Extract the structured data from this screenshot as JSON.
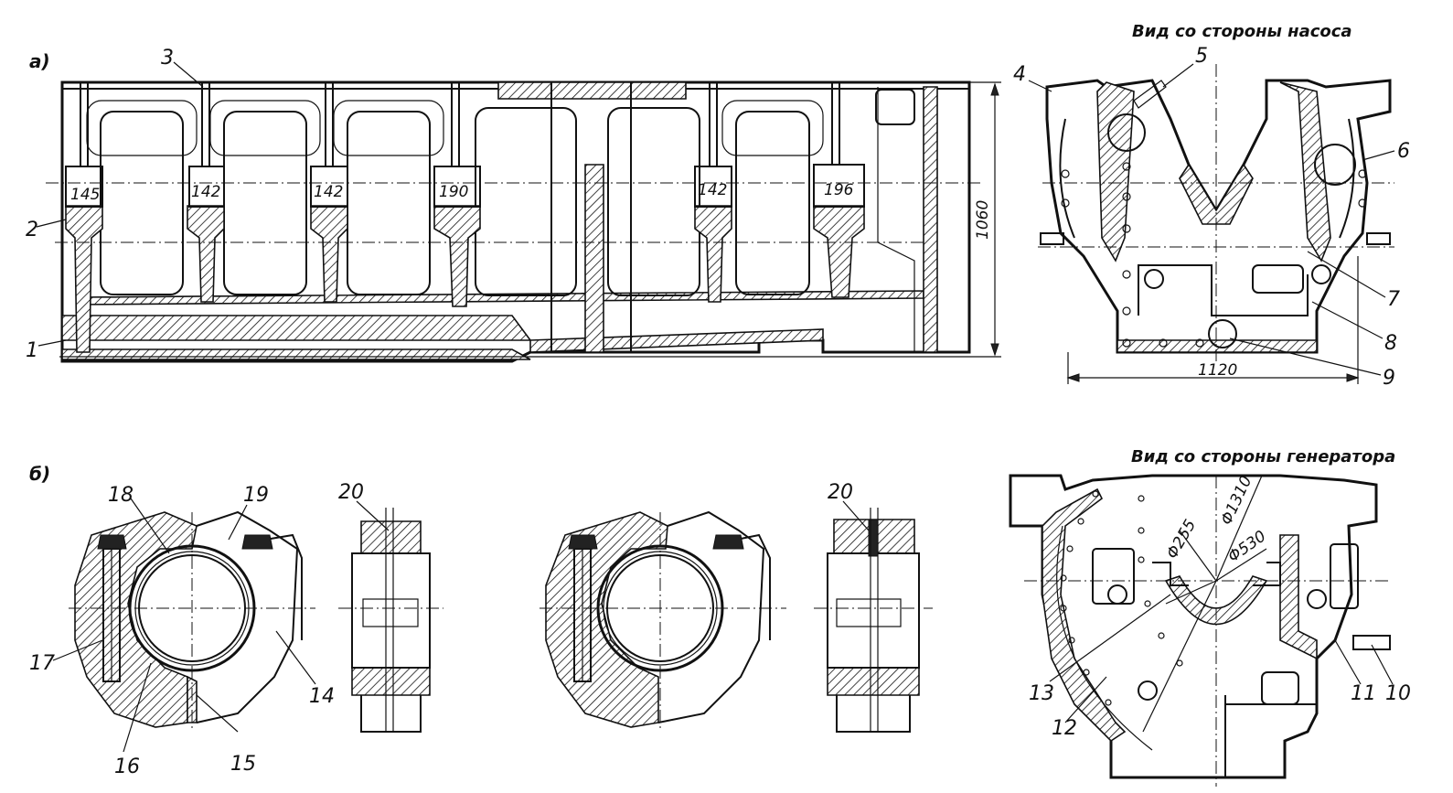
{
  "panel_a": {
    "letter": "а)",
    "pump_view_title": "Вид со стороны насоса",
    "dims": {
      "w145": "145",
      "w142a": "142",
      "w142b": "142",
      "w190": "190",
      "w142c": "142",
      "w196": "196",
      "h1060": "1060",
      "w1120": "1120"
    },
    "labels": {
      "n1": "1",
      "n2": "2",
      "n3": "3",
      "n4": "4",
      "n5": "5",
      "n6": "6",
      "n7": "7",
      "n8": "8",
      "n9": "9"
    }
  },
  "panel_b": {
    "letter": "б)",
    "generator_view_title": "Вид со стороны генератора",
    "dims": {
      "d1310": "Φ1310",
      "d255": "Φ255",
      "d530": "Φ530"
    },
    "labels": {
      "n10": "10",
      "n11": "11",
      "n12": "12",
      "n13": "13",
      "n14": "14",
      "n15": "15",
      "n16": "16",
      "n17": "17",
      "n18": "18",
      "n19": "19",
      "n20a": "20",
      "n20b": "20"
    }
  }
}
